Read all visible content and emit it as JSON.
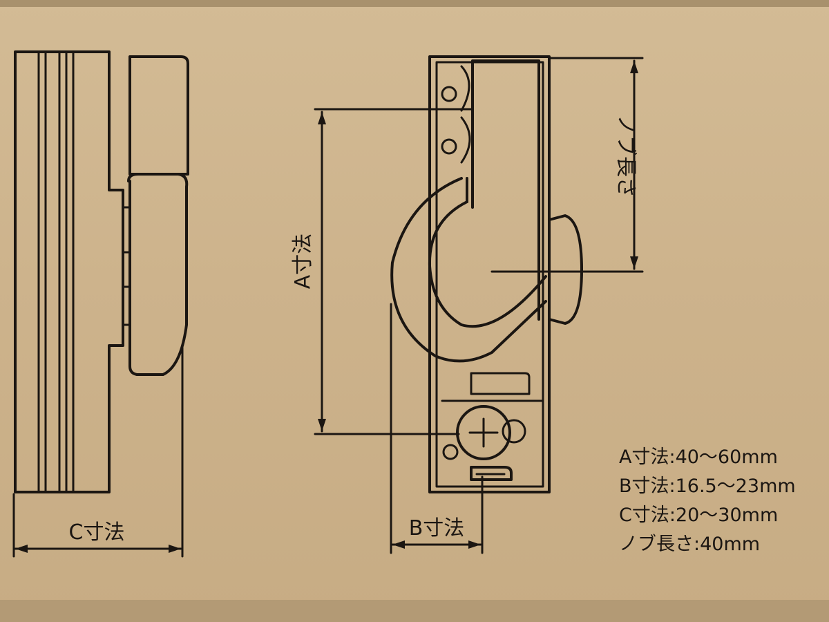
{
  "labels": {
    "c_dim": "C寸法",
    "b_dim": "B寸法",
    "a_dim": "A寸法",
    "knob_len": "ノブ長さ"
  },
  "specs": [
    "A寸法:40～60mm",
    "B寸法:16.5～23mm",
    "C寸法:20～30mm",
    "ノブ長さ:40mm"
  ],
  "colors": {
    "ink": "#1b1612",
    "cardboard": "#cdb38c"
  }
}
